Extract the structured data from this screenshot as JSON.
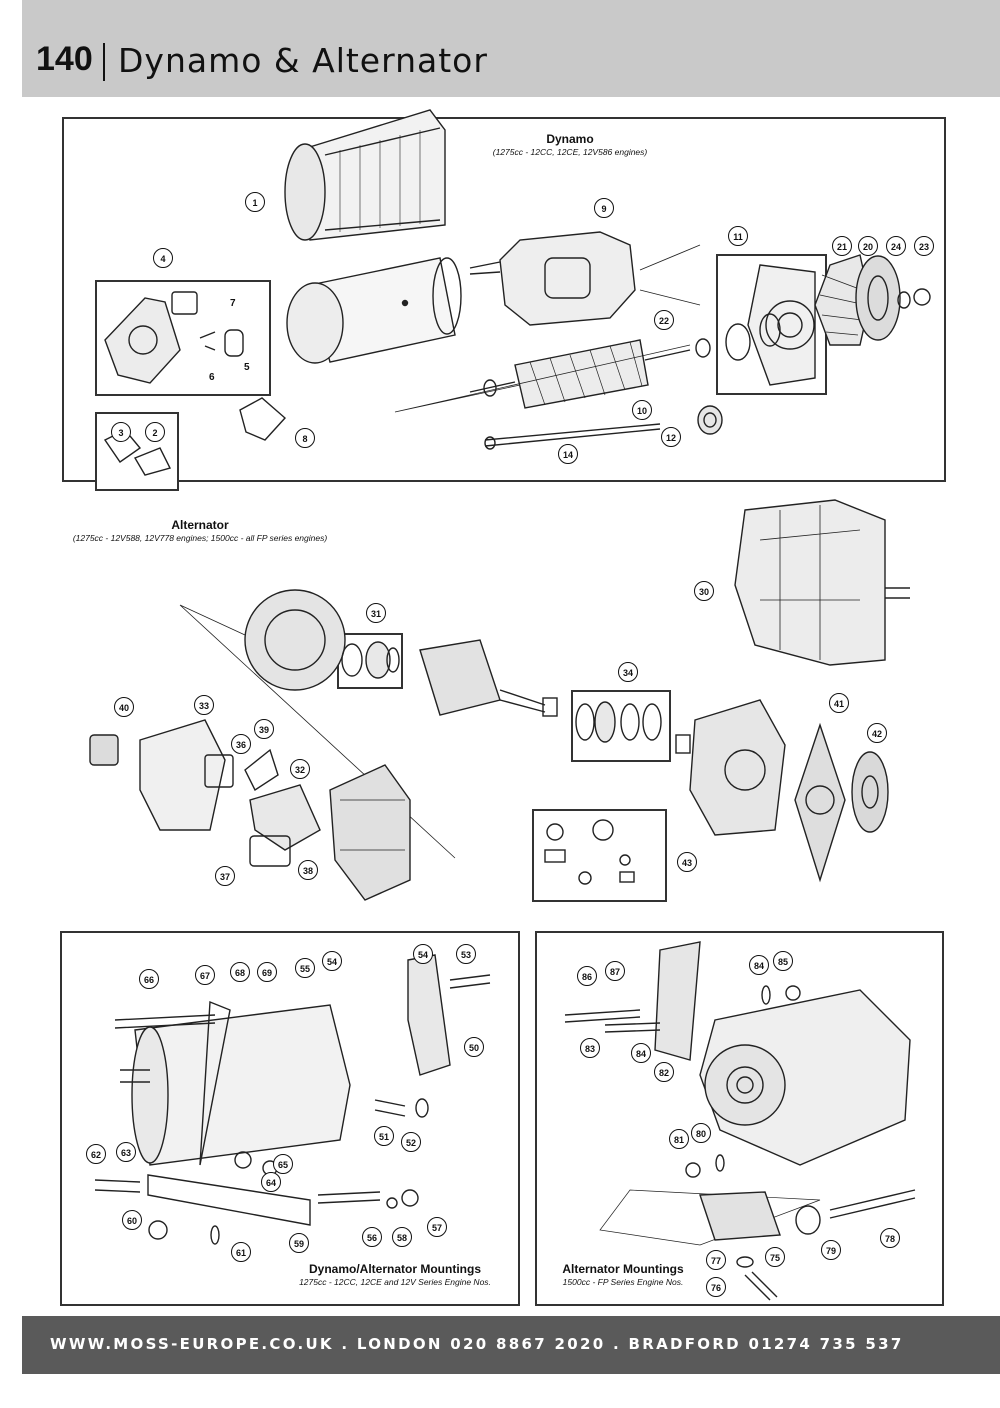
{
  "header": {
    "page_number": "140",
    "title": "Dynamo & Alternator"
  },
  "dynamo": {
    "title": "Dynamo",
    "subtitle": "(1275cc - 12CC, 12CE, 12V586 engines)"
  },
  "alternator": {
    "title": "Alternator",
    "subtitle": "(1275cc - 12V588, 12V778 engines; 1500cc - all FP series engines)"
  },
  "dynamo_mountings": {
    "title": "Dynamo/Alternator Mountings",
    "subtitle": "1275cc - 12CC, 12CE and 12V Series Engine Nos."
  },
  "alternator_mountings": {
    "title": "Alternator Mountings",
    "subtitle": "1500cc - FP Series Engine Nos."
  },
  "footer": {
    "text": "WWW.MOSS-EUROPE.CO.UK . LONDON 020 8867 2020 . BRADFORD 01274 735 537"
  },
  "callouts": {
    "c1": "1",
    "c2": "2",
    "c3": "3",
    "c4": "4",
    "c5": "5",
    "c6": "6",
    "c7": "7",
    "c8": "8",
    "c9": "9",
    "c10": "10",
    "c11": "11",
    "c12": "12",
    "c14": "14",
    "c20": "20",
    "c21": "21",
    "c22": "22",
    "c23": "23",
    "c24": "24",
    "c30": "30",
    "c31": "31",
    "c32": "32",
    "c33": "33",
    "c34": "34",
    "c36": "36",
    "c37": "37",
    "c38": "38",
    "c39": "39",
    "c40": "40",
    "c41": "41",
    "c42": "42",
    "c43": "43",
    "c50": "50",
    "c51": "51",
    "c52": "52",
    "c53": "53",
    "c54a": "54",
    "c54b": "54",
    "c55": "55",
    "c56": "56",
    "c57": "57",
    "c58": "58",
    "c59": "59",
    "c60": "60",
    "c61": "61",
    "c62": "62",
    "c63": "63",
    "c64": "64",
    "c65": "65",
    "c66": "66",
    "c67": "67",
    "c68": "68",
    "c69": "69",
    "c75": "75",
    "c76": "76",
    "c77": "77",
    "c78": "78",
    "c79": "79",
    "c80": "80",
    "c81": "81",
    "c82": "82",
    "c83": "83",
    "c84a": "84",
    "c84b": "84",
    "c85": "85",
    "c86": "86",
    "c87": "87"
  }
}
